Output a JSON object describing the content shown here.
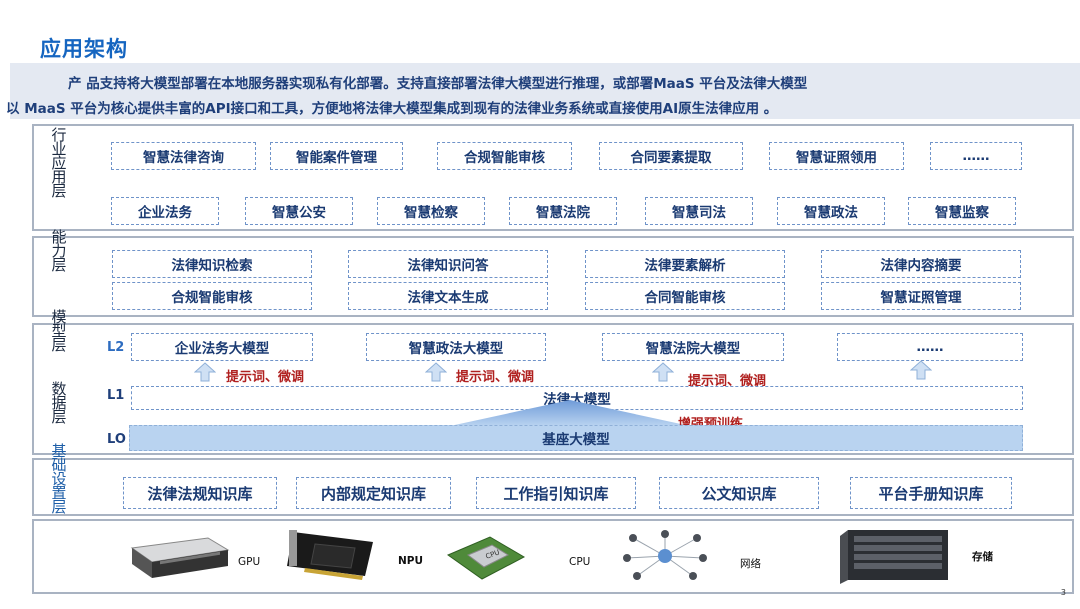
{
  "title": "应用架构",
  "intro": {
    "line1": "产 品支持将大模型部署在本地服务器实现私有化部署。支持直接部署法律大模型进行推理，或部署MaaS 平台及法律大模型",
    "line2": "以 MaaS 平台为核心提供丰富的API接口和工具，方便地将法律大模型集成到现有的法律业务系统或直接使用AI原生法律应用 。"
  },
  "layers": {
    "app": "行业应用层",
    "cap": "能力层",
    "model": "模型层",
    "data": "数据层",
    "base": "基础设置层"
  },
  "app_row1": [
    "智慧法律咨询",
    "智能案件管理",
    "合规智能审核",
    "合同要素提取",
    "智慧证照领用",
    "……"
  ],
  "app_row2": [
    "企业法务",
    "智慧公安",
    "智慧检察",
    "智慧法院",
    "智慧司法",
    "智慧政法",
    "智慧监察"
  ],
  "cap_row1": [
    "法律知识检索",
    "法律知识问答",
    "法律要素解析",
    "法律内容摘要"
  ],
  "cap_row2": [
    "合规智能审核",
    "法律文本生成",
    "合同智能审核",
    "智慧证照管理"
  ],
  "model": {
    "l2_label": "L2",
    "l1_label": "L1",
    "l0_label": "LO",
    "l2_boxes": [
      "企业法务大模型",
      "智慧政法大模型",
      "智慧法院大模型",
      "……"
    ],
    "prompt": "提示词、微调",
    "l1_box": "法律大模型",
    "enhance": "增强预训练",
    "l0_box": "基座大模型"
  },
  "data_boxes": [
    "法律法规知识库",
    "内部规定知识库",
    "工作指引知识库",
    "公文知识库",
    "平台手册知识库"
  ],
  "hardware": {
    "gpu": "GPU",
    "npu": "NPU",
    "cpu": "CPU",
    "chip_text": "CPU",
    "net": "网络",
    "storage": "存储"
  },
  "page_number": "3",
  "colors": {
    "accent": "#1565c0",
    "box_border": "#6f93c9",
    "prompt": "#b0201f",
    "l0_fill": "#b9d3f0"
  }
}
